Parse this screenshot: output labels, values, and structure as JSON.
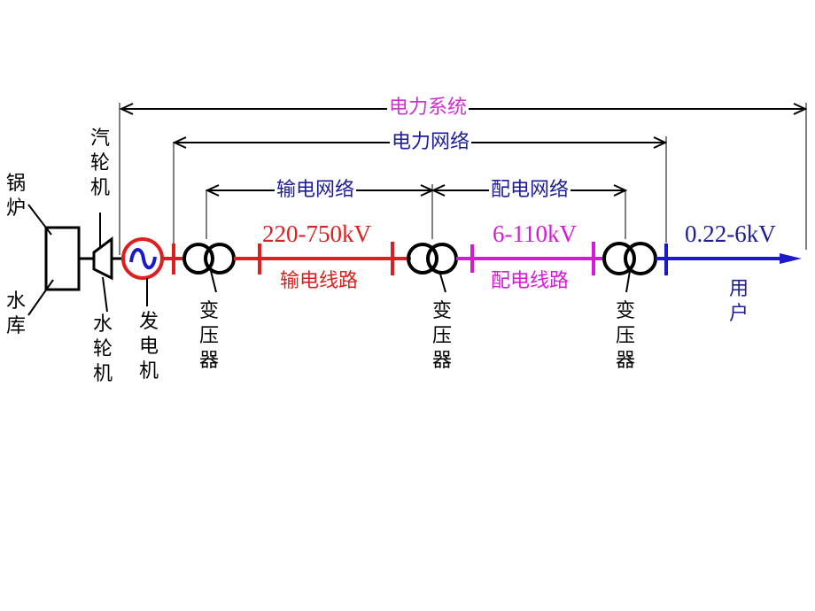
{
  "colors": {
    "line_black": "#000000",
    "transmission_red": "#dd1f1f",
    "distribution_magenta": "#d61ad6",
    "user_blue": "#1a1acc",
    "label_navy": "#1d1d99",
    "power_system_magenta": "#cc33cc",
    "generator_red": "#dd1f1f",
    "sine_blue": "#1a1acc"
  },
  "spans": {
    "power_system": "电力系统",
    "power_network": "电力网络",
    "transmission_network": "输电网络",
    "distribution_network": "配电网络"
  },
  "voltages": {
    "transmission": "220-750kV",
    "distribution": "6-110kV",
    "user": "0.22-6kV"
  },
  "lines": {
    "transmission_line": "输电线路",
    "distribution_line": "配电线路"
  },
  "components": {
    "boiler": "锅炉",
    "reservoir": "水库",
    "steam_turbine": "汽轮机",
    "hydro_turbine": "水轮机",
    "generator": "发电机",
    "transformer_1": "变压器",
    "transformer_2": "变压器",
    "transformer_3": "变压器",
    "user": "用户"
  }
}
